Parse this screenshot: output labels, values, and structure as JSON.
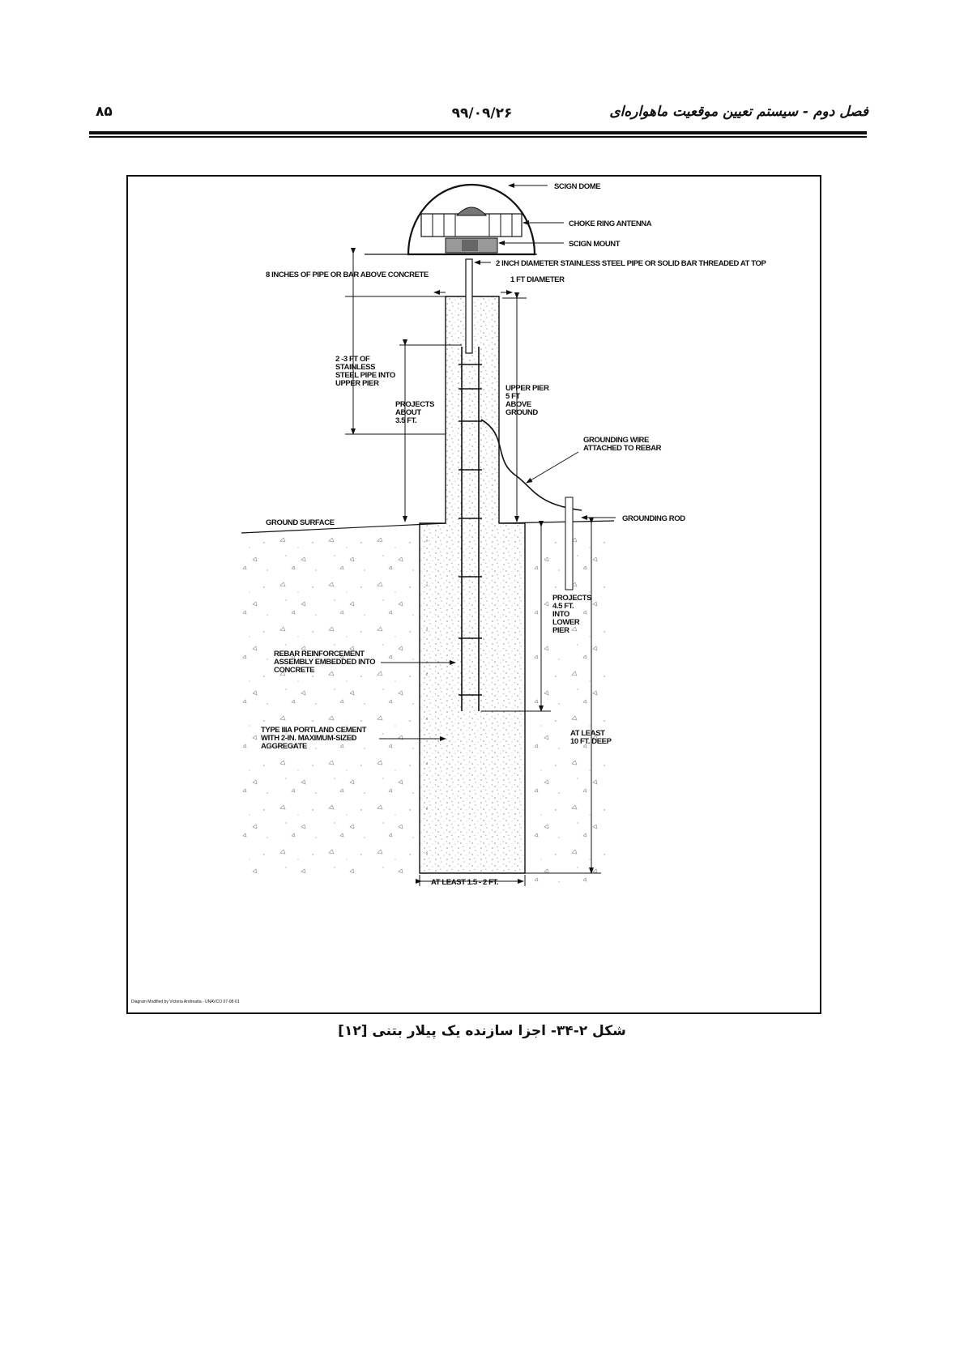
{
  "header": {
    "title": "فصل دوم - سیستم تعیین موقعیت ماهواره‌ای",
    "date": "۹۹/۰۹/۲۶",
    "page_number": "۸۵"
  },
  "diagram": {
    "labels": {
      "dome": "SCIGN DOME",
      "antenna": "CHOKE RING ANTENNA",
      "mount": "SCIGN MOUNT",
      "pipe": "2 INCH DIAMETER STAINLESS STEEL PIPE OR SOLID BAR THREADED AT TOP",
      "above_concrete": "8 INCHES OF PIPE OR BAR ABOVE CONCRETE",
      "diameter": "1 FT DIAMETER",
      "stainless_l1": "2 -3 FT OF",
      "stainless_l2": "STAINLESS",
      "stainless_l3": "STEEL PIPE INTO",
      "stainless_l4": "UPPER PIER",
      "projects_l1": "PROJECTS",
      "projects_l2": "ABOUT",
      "projects_l3": "3.5 FT.",
      "upper_l1": "UPPER PIER",
      "upper_l2": "5 FT",
      "upper_l3": "ABOVE",
      "upper_l4": "GROUND",
      "wire_l1": "GROUNDING WIRE",
      "wire_l2": "ATTACHED TO REBAR",
      "rod": "GROUNDING ROD",
      "ground": "GROUND SURFACE",
      "lower_l1": "PROJECTS",
      "lower_l2": "4.5 FT.",
      "lower_l3": "INTO",
      "lower_l4": "LOWER",
      "lower_l5": "PIER",
      "rebar_l1": "REBAR REINFORCEMENT",
      "rebar_l2": "ASSEMBLY EMBEDDED INTO",
      "rebar_l3": "CONCRETE",
      "cement_l1": "TYPE IIIA PORTLAND CEMENT",
      "cement_l2": "WITH 2-IN. MAXIMUM-SIZED",
      "cement_l3": "AGGREGATE",
      "depth_l1": "AT LEAST",
      "depth_l2": "10 FT. DEEP",
      "width": "AT LEAST 1.5 - 2  FT.",
      "credit": "Diagram Modified by Victoria Andreatta - UNAVCO 07-08-01"
    }
  },
  "caption": "شکل ۲-۳۴- اجزا سازنده یک پیلار بتنی [۱۲]"
}
